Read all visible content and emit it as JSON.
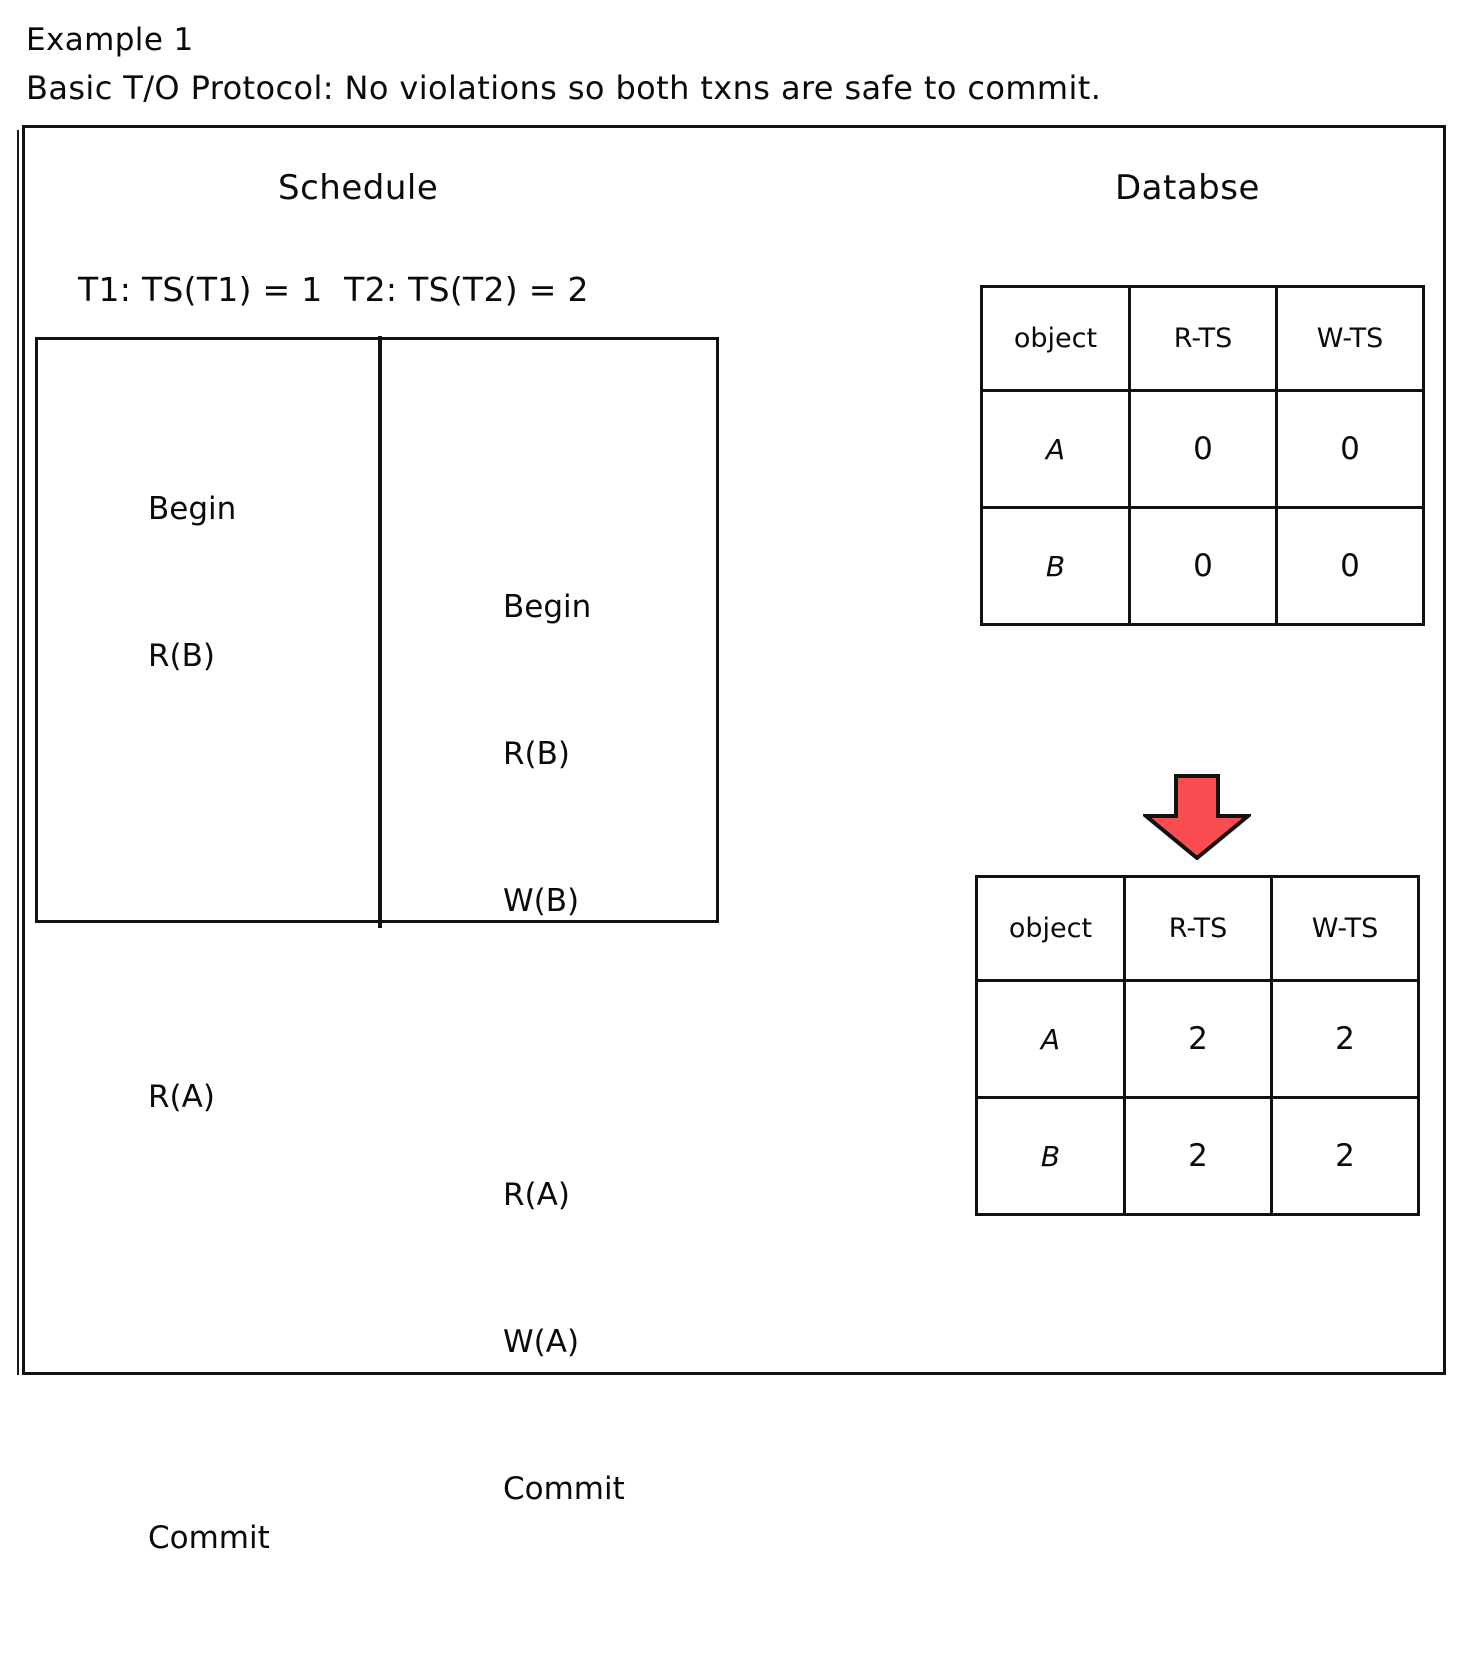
{
  "title": {
    "line1": "Example 1",
    "line2": "Basic T/O Protocol: No violations so both txns are safe to commit."
  },
  "colors": {
    "ink": "#111111",
    "arrow_fill": "#F94C50",
    "arrow_stroke": "#111111",
    "background": "#FFFFFF"
  },
  "schedule": {
    "heading": "Schedule",
    "timestamp_line": "T1: TS(T1) = 1  T2: TS(T2) = 2",
    "transactions": [
      {
        "name": "T1",
        "timestamp_label": "T1: TS(T1) = 1",
        "timestamp": 1,
        "operations": [
          "Begin",
          "R(B)",
          "",
          "",
          "R(A)",
          "",
          "",
          "Commit"
        ]
      },
      {
        "name": "T2",
        "timestamp_label": "T2: TS(T2) = 2",
        "timestamp": 2,
        "operations": [
          "Begin",
          "R(B)",
          "W(B)",
          "",
          "R(A)",
          "W(A)",
          "Commit"
        ]
      }
    ]
  },
  "database": {
    "heading": "Databse",
    "columns": [
      "object",
      "R-TS",
      "W-TS"
    ],
    "before": {
      "rows": [
        {
          "object": "A",
          "r_ts": "0",
          "w_ts": "0"
        },
        {
          "object": "B",
          "r_ts": "0",
          "w_ts": "0"
        }
      ]
    },
    "after": {
      "rows": [
        {
          "object": "A",
          "r_ts": "2",
          "w_ts": "2"
        },
        {
          "object": "B",
          "r_ts": "2",
          "w_ts": "2"
        }
      ]
    },
    "arrow": "down-arrow-icon"
  }
}
